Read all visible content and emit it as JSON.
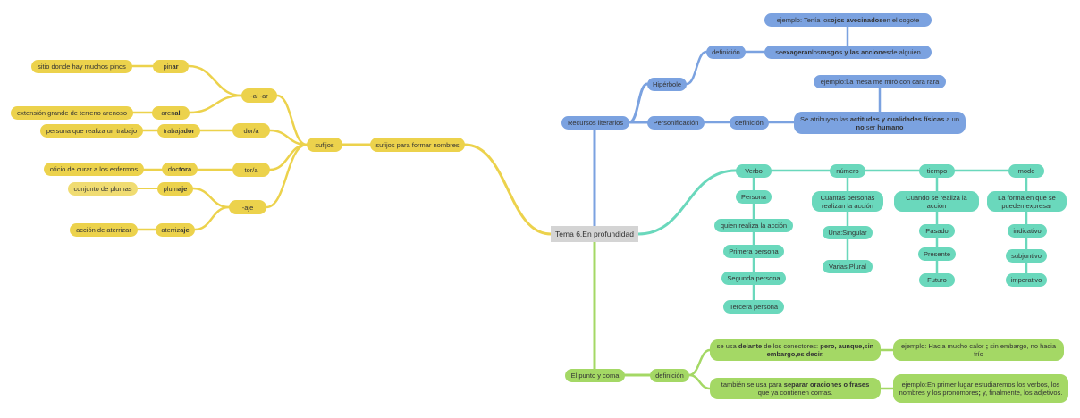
{
  "root": "Tema 6.En profundidad",
  "sufijos": {
    "label": "sufijos",
    "sub": "sufijos para formar nombres",
    "groups": [
      {
        "suffix": "-al -ar",
        "items": [
          {
            "word_pre": "pin",
            "word_b": "ar",
            "def": "sitio donde hay muchos pinos"
          },
          {
            "word_pre": "aren",
            "word_b": "al",
            "def": "extensión grande de terreno arenoso"
          }
        ]
      },
      {
        "suffix": "dor/a",
        "items": [
          {
            "word_pre": "trabaja",
            "word_b": "dor",
            "def": "persona que realiza un trabajo"
          }
        ]
      },
      {
        "suffix": "tor/a",
        "items": [
          {
            "word_pre": "doc",
            "word_b": "tora",
            "def": "oficio de curar a los enfermos"
          }
        ]
      },
      {
        "suffix": "-aje",
        "items": [
          {
            "word_pre": "plum",
            "word_b": "aje",
            "def": "conjunto de plumas"
          },
          {
            "word_pre": "aterriz",
            "word_b": "aje",
            "def": "acción de aterrizar"
          }
        ]
      }
    ]
  },
  "recursos": {
    "label": "Recursos literarios",
    "hiperbole": {
      "label": "Hipérbole",
      "definicion": "definición",
      "def_a": "se ",
      "def_b": "exageran",
      "def_c": " los ",
      "def_d": "rasgos y las acciones",
      "def_e": " de alguien",
      "ej_a": "ejemplo: Tenía los ",
      "ej_b": "ojos avecinados",
      "ej_c": " en el cogote"
    },
    "personificacion": {
      "label": "Personificación",
      "definicion": "definición",
      "def_a": "Se atribuyen las ",
      "def_b": "actitudes y cualidades físicas",
      "def_c": " a un ",
      "def_d": "no",
      "def_e": " ser ",
      "def_f": "humano",
      "ejemplo": "ejemplo:La mesa me miró con cara rara"
    }
  },
  "verbo": {
    "label": "Verbo",
    "persona": {
      "label": "Persona",
      "desc": "quien realiza la acción",
      "items": [
        "Primera persona",
        "Segunda persona",
        "Tercera persona"
      ]
    },
    "numero": {
      "label": "número",
      "desc": "Cuantas personas realizan la acción",
      "items": [
        "Una:Singular",
        "Varias:Plural"
      ]
    },
    "tiempo": {
      "label": "tiempo",
      "desc": "Cuando se realiza la acción",
      "items": [
        "Pasado",
        "Presente",
        "Futuro"
      ]
    },
    "modo": {
      "label": "modo",
      "desc": "La forma en que se pueden expresar",
      "items": [
        "indicativo",
        "subjuntivo",
        "imperativo"
      ]
    }
  },
  "punto_coma": {
    "label": "El punto y coma",
    "definicion": "definición",
    "uso1_a": "se usa ",
    "uso1_b": "delante",
    "uso1_c": " de los conectores: ",
    "uso1_d": "pero, aunque,sin embargo,es decir.",
    "ej1_a": "ejemplo: Hacia mucho calor ",
    "ej1_b": ";",
    "ej1_c": " sin embargo, no hacia frío",
    "uso2_a": "también se usa para ",
    "uso2_b": "separar oraciones o frases",
    "uso2_c": " que ya contienen comas.",
    "ej2_a": "ejemplo:En primer lugar estudiaremos los verbos, los nombres y los pronombres",
    "ej2_b": ";",
    "ej2_c": " y, finalmente, los adjetivos."
  },
  "colors": {
    "yellow": "#ecd24c",
    "blue": "#7ba2e0",
    "teal": "#6ad8bc",
    "green": "#a4d865",
    "root": "#d4d4d4"
  }
}
